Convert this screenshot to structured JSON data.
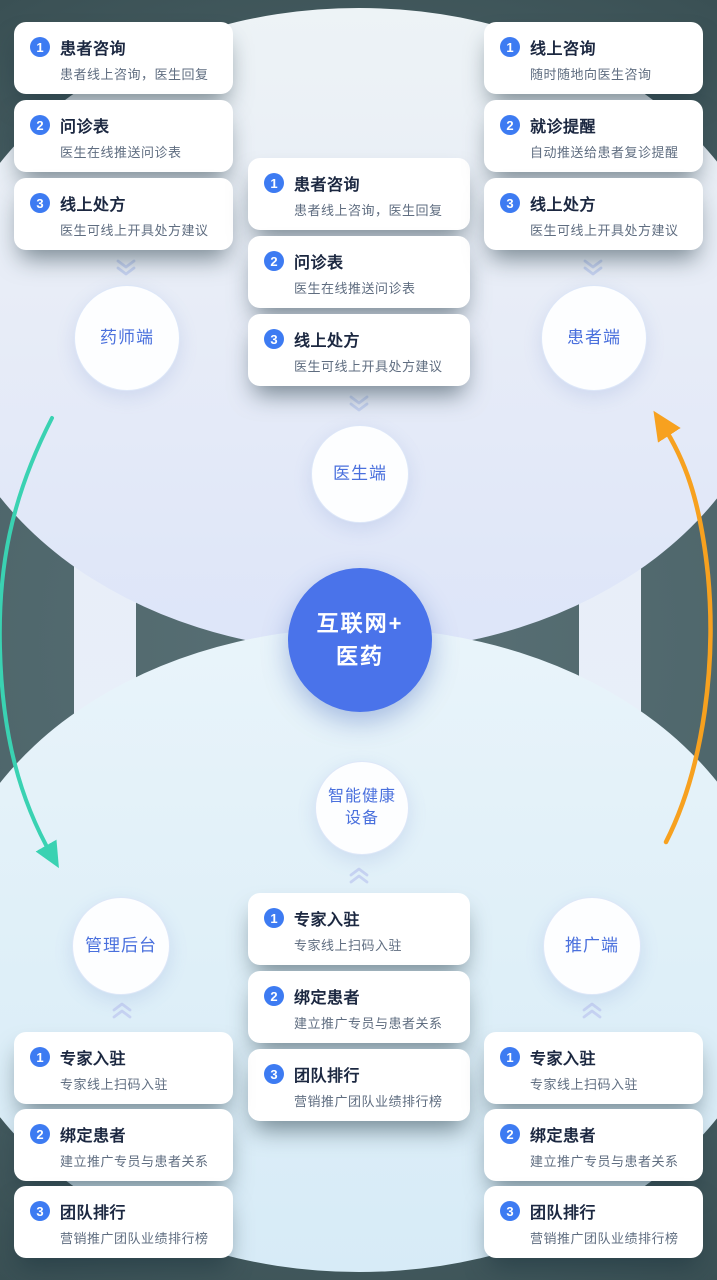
{
  "colors": {
    "hub_blue": "#4a73ea",
    "badge_blue": "#3d7bf2",
    "teal_arrow": "#3ad2b2",
    "orange_arrow": "#f7a11f",
    "dark_background": "#4e666b"
  },
  "nodes": {
    "pharmacist": {
      "label": "药师端"
    },
    "patient": {
      "label": "患者端"
    },
    "doctor": {
      "label": "医生端"
    },
    "hub": {
      "line1": "互联网+",
      "line2": "医药"
    },
    "smart_device": {
      "line1": "智能健康",
      "line2": "设备"
    },
    "admin": {
      "label": "管理后台"
    },
    "promoter": {
      "label": "推广端"
    }
  },
  "stacks": {
    "top_left": {
      "cards": [
        {
          "num": "1",
          "title": "患者咨询",
          "desc": "患者线上咨询，医生回复"
        },
        {
          "num": "2",
          "title": "问诊表",
          "desc": "医生在线推送问诊表"
        },
        {
          "num": "3",
          "title": "线上处方",
          "desc": "医生可线上开具处方建议"
        }
      ]
    },
    "top_center": {
      "cards": [
        {
          "num": "1",
          "title": "患者咨询",
          "desc": "患者线上咨询，医生回复"
        },
        {
          "num": "2",
          "title": "问诊表",
          "desc": "医生在线推送问诊表"
        },
        {
          "num": "3",
          "title": "线上处方",
          "desc": "医生可线上开具处方建议"
        }
      ]
    },
    "top_right": {
      "cards": [
        {
          "num": "1",
          "title": "线上咨询",
          "desc": "随时随地向医生咨询"
        },
        {
          "num": "2",
          "title": "就诊提醒",
          "desc": "自动推送给患者复诊提醒"
        },
        {
          "num": "3",
          "title": "线上处方",
          "desc": "医生可线上开具处方建议"
        }
      ]
    },
    "bottom_center": {
      "cards": [
        {
          "num": "1",
          "title": "专家入驻",
          "desc": "专家线上扫码入驻"
        },
        {
          "num": "2",
          "title": "绑定患者",
          "desc": "建立推广专员与患者关系"
        },
        {
          "num": "3",
          "title": "团队排行",
          "desc": "营销推广团队业绩排行榜"
        }
      ]
    },
    "bottom_left": {
      "cards": [
        {
          "num": "1",
          "title": "专家入驻",
          "desc": "专家线上扫码入驻"
        },
        {
          "num": "2",
          "title": "绑定患者",
          "desc": "建立推广专员与患者关系"
        },
        {
          "num": "3",
          "title": "团队排行",
          "desc": "营销推广团队业绩排行榜"
        }
      ]
    },
    "bottom_right": {
      "cards": [
        {
          "num": "1",
          "title": "专家入驻",
          "desc": "专家线上扫码入驻"
        },
        {
          "num": "2",
          "title": "绑定患者",
          "desc": "建立推广专员与患者关系"
        },
        {
          "num": "3",
          "title": "团队排行",
          "desc": "营销推广团队业绩排行榜"
        }
      ]
    }
  }
}
